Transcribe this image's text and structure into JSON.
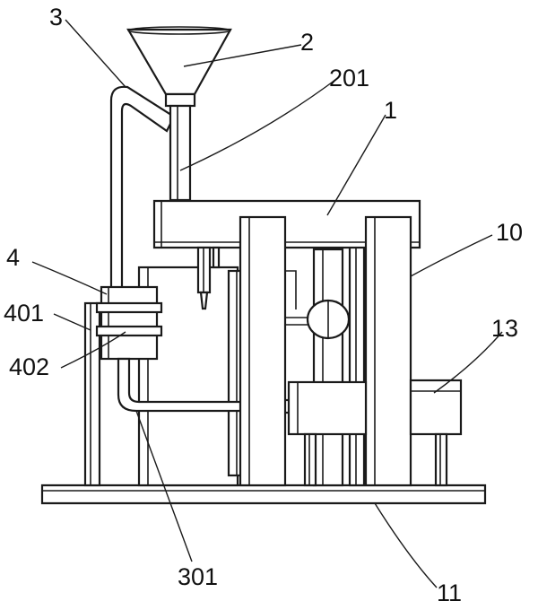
{
  "labels": {
    "l1": "1",
    "l2": "2",
    "l3": "3",
    "l4": "4",
    "l10": "10",
    "l11": "11",
    "l13": "13",
    "l201": "201",
    "l301": "301",
    "l401": "401",
    "l402": "402"
  },
  "colors": {
    "line": "#1a1a1a",
    "background": "#ffffff"
  }
}
